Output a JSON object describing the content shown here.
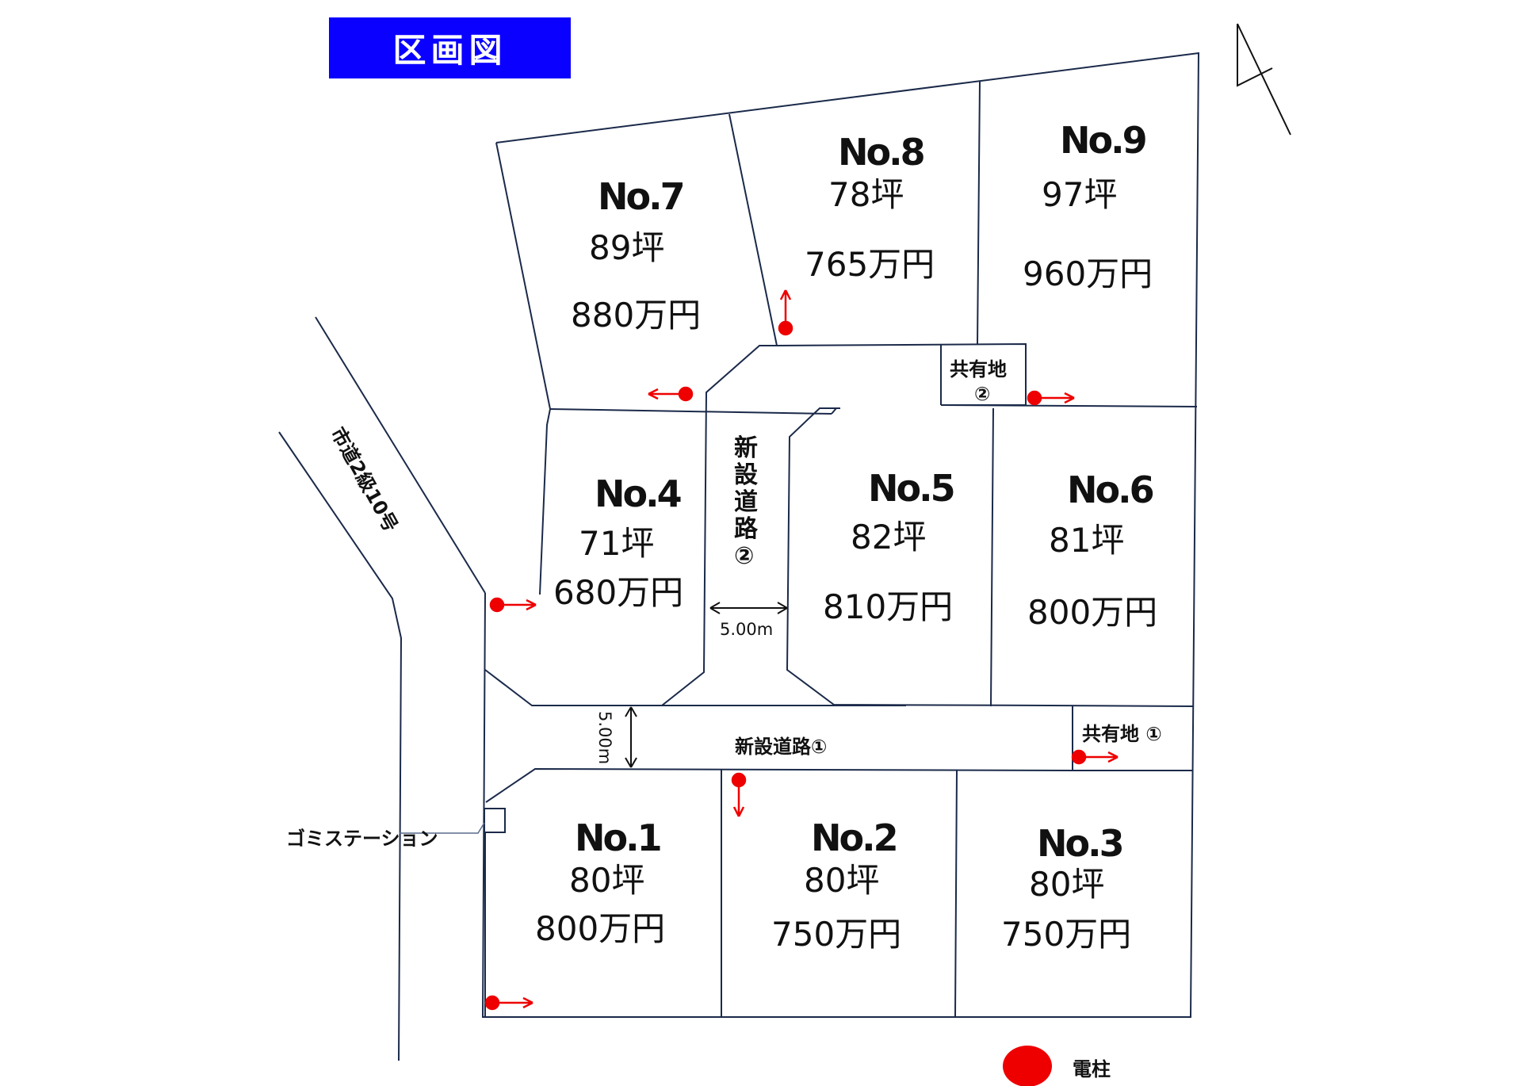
{
  "title": "区画図",
  "road_city": "市道2級10号",
  "road_new_1": "新設道路①",
  "road_new_2": [
    "新",
    "設",
    "道",
    "路",
    "②"
  ],
  "road_width_1": "5.00m",
  "road_width_2": "5.00m",
  "shared_1": "共有地 ①",
  "shared_2": [
    "共有地",
    "②"
  ],
  "garbage_station": "ゴミステーション",
  "legend_pole": "電柱",
  "lots": [
    {
      "no": "No.1",
      "area": "80坪",
      "price": "800万円"
    },
    {
      "no": "No.2",
      "area": "80坪",
      "price": "750万円"
    },
    {
      "no": "No.3",
      "area": "80坪",
      "price": "750万円"
    },
    {
      "no": "No.4",
      "area": "71坪",
      "price": "680万円"
    },
    {
      "no": "No.5",
      "area": "82坪",
      "price": "810万円"
    },
    {
      "no": "No.6",
      "area": "81坪",
      "price": "800万円"
    },
    {
      "no": "No.7",
      "area": "89坪",
      "price": "880万円"
    },
    {
      "no": "No.8",
      "area": "78坪",
      "price": "765万円"
    },
    {
      "no": "No.9",
      "area": "97坪",
      "price": "960万円"
    }
  ],
  "colors": {
    "title_bg": "#0a00ff",
    "title_text": "#ffffff",
    "boundary": "#1b2a4a",
    "pole": "#ee0000"
  },
  "north_icon": "north-arrow-icon",
  "pole_icon": "utility-pole-icon"
}
